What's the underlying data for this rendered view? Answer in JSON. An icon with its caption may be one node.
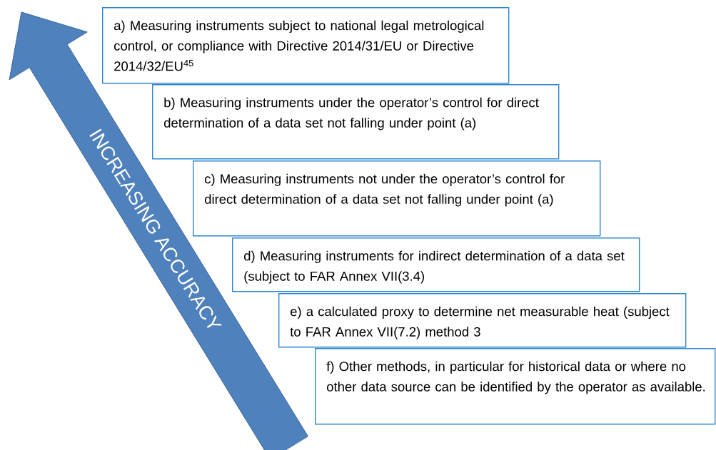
{
  "diagram": {
    "nodes": [
      {
        "text": [
          "a) Measuring instruments subject to national legal metrological control, or compliance with Directive 2014/31/EU or Directive 2014/32/EU$^{45}$"
        ]
      },
      {
        "text": [
          "b) Measuring instruments under the operator’s control for direct determination of a data set not falling under point (a)"
        ]
      },
      {
        "text": [
          "c) Measuring instruments not under the operator’s control for direct determination of a data set not falling under point (a)"
        ]
      },
      {
        "text": [
          "d) Measuring instruments for indirect determination of a data set (subject to FAR Annex VII(3.4)"
        ]
      },
      {
        "text": [
          "e) a calculated proxy to determine net measurable heat (subject to FAR Annex VII(7.2) method 3"
        ]
      },
      {
        "text": [
          "f) Other methods, in particular for historical data or where no other data source can be identified by the operator as available."
        ]
      },
      {
        "text": [
          "INCREASING ACCURACY"
        ]
      }
    ]
  }
}
